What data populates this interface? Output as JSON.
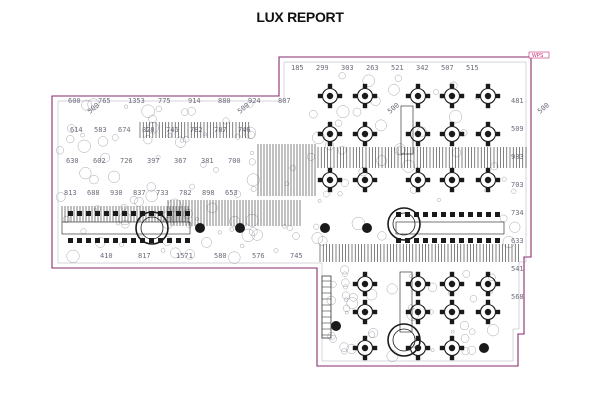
{
  "title": "LUX REPORT",
  "tag": "WPS",
  "colors": {
    "outline": "#8a2a6e",
    "ink": "#1a1a1a",
    "label": "#6c6c7c",
    "tag": "#c8287a"
  },
  "rows": [
    [
      "600",
      "765",
      "1353",
      "775",
      "914",
      "880",
      "924",
      "807"
    ],
    [
      "614",
      "583",
      "674",
      "828",
      "746",
      "782",
      "787",
      "746"
    ],
    [
      "630",
      "602",
      "726",
      "397",
      "367",
      "381",
      "700"
    ],
    [
      "813",
      "688",
      "930",
      "837",
      "733",
      "782",
      "898",
      "653"
    ],
    [
      "410",
      "817",
      "1571",
      "580",
      "576",
      "745"
    ],
    [
      "185",
      "299",
      "303",
      "263",
      "521",
      "342",
      "507",
      "515"
    ],
    [
      "481",
      "509",
      "983",
      "703",
      "734",
      "633",
      "541",
      "568"
    ],
    [
      "500",
      "500",
      "500",
      "500"
    ]
  ]
}
